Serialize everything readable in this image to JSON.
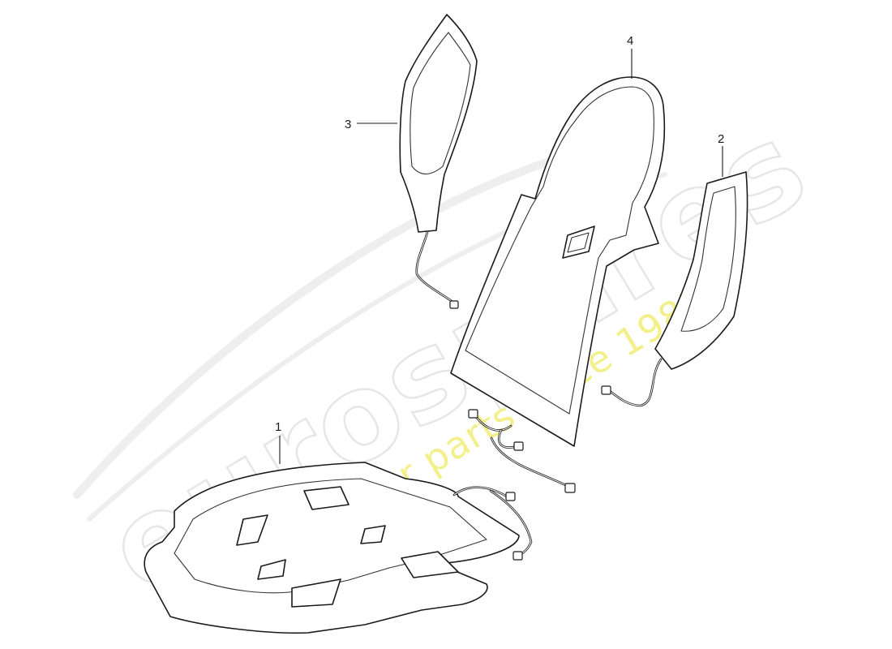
{
  "diagram": {
    "type": "exploded-parts-diagram",
    "callouts": [
      {
        "id": "1",
        "label": "1"
      },
      {
        "id": "2",
        "label": "2"
      },
      {
        "id": "3",
        "label": "3"
      },
      {
        "id": "4",
        "label": "4"
      }
    ]
  },
  "watermark": {
    "brand_text": "eurospares",
    "tagline_text": "a passion for parts since 1985",
    "brand_outline_color": "#e6e6e6",
    "tagline_color": "#f2f08a"
  }
}
